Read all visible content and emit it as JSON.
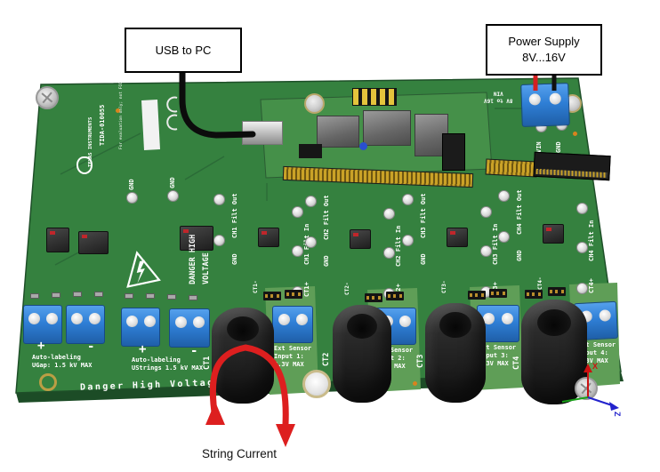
{
  "callouts": {
    "usb_label": "USB to PC",
    "power_label_line1": "Power Supply",
    "power_label_line2": "8V...16V",
    "string_current_label": "String Current"
  },
  "silkscreen": {
    "brand": "TEXAS INSTRUMENTS",
    "board_id": "TIDA-010055",
    "eval_note": "For evaluation only; not FCC approved for resale.",
    "danger_vertical_line1": "DANGER HIGH",
    "danger_vertical_line2": "VOLTAGE",
    "danger_bottom": "Danger High Voltage",
    "power_range": "8V to 16V",
    "vin": "VIN",
    "gnd": "GND",
    "axis_x": "X",
    "axis_z": "Z"
  },
  "hv_inputs": [
    {
      "line1": "Auto-labeling",
      "line2": "UGap: 1.5 kV MAX",
      "plus": "+",
      "minus": "-"
    },
    {
      "line1": "Auto-labeling",
      "line2": "UStrings 1.5 kV MAX",
      "plus": "+",
      "minus": "-"
    }
  ],
  "channels": [
    {
      "filt_out": "CH1 Filt Out",
      "gnd": "GND",
      "filt_in": "CH1 Filt In",
      "ct_plus": "CT1+",
      "ct_minus": "CT1-"
    },
    {
      "filt_out": "CH2 Filt Out",
      "gnd": "GND",
      "filt_in": "CH2 Filt In",
      "ct_plus": "CT2+",
      "ct_minus": "CT2-"
    },
    {
      "filt_out": "CH3 Filt Out",
      "gnd": "GND",
      "filt_in": "CH3 Filt In",
      "ct_plus": "CT3+",
      "ct_minus": "CT3-"
    },
    {
      "filt_out": "CH4 Filt Out",
      "gnd": "GND",
      "filt_in": "CH4 Filt In",
      "ct_plus": "CT4+",
      "ct_minus": "CT4-"
    }
  ],
  "current_sensors": [
    {
      "ct_label": "CT1",
      "ext_line1": "Ext Sensor",
      "ext_line2": "Input 1:",
      "ext_line3": "3.3V MAX"
    },
    {
      "ct_label": "CT2",
      "ext_line1": "Ext Sensor",
      "ext_line2": "Input 2:",
      "ext_line3": "3.3V MAX"
    },
    {
      "ct_label": "CT3",
      "ext_line1": "Ext Sensor",
      "ext_line2": "Input 3:",
      "ext_line3": "3.3V MAX"
    },
    {
      "ct_label": "CT4",
      "ext_line1": "Ext Sensor",
      "ext_line2": "Input 4:",
      "ext_line3": "3.3V MAX"
    }
  ],
  "colors": {
    "pcb_green": "#35813f",
    "pcb_light": "#5f9e57",
    "terminal_blue": "#2f7fd6",
    "wire_red": "#dd1f1f",
    "cable_black": "#0d0d0d",
    "gold": "#caa227"
  }
}
